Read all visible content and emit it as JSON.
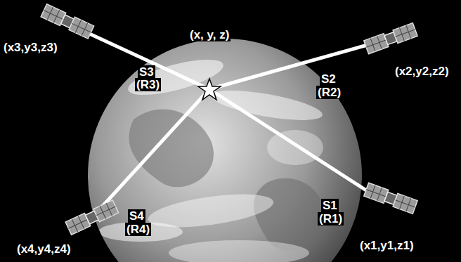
{
  "diagram": {
    "labels": [
      "(x3,y3,z3)",
      "S3",
      "(R3)",
      "(x, y, z)",
      "S2",
      "(R2)",
      "(x2,y2,z2)",
      "S1",
      "(R1)",
      "(x1,y1,z1)",
      "S4",
      "(R4)",
      "(x4,y4,z4)"
    ]
  }
}
